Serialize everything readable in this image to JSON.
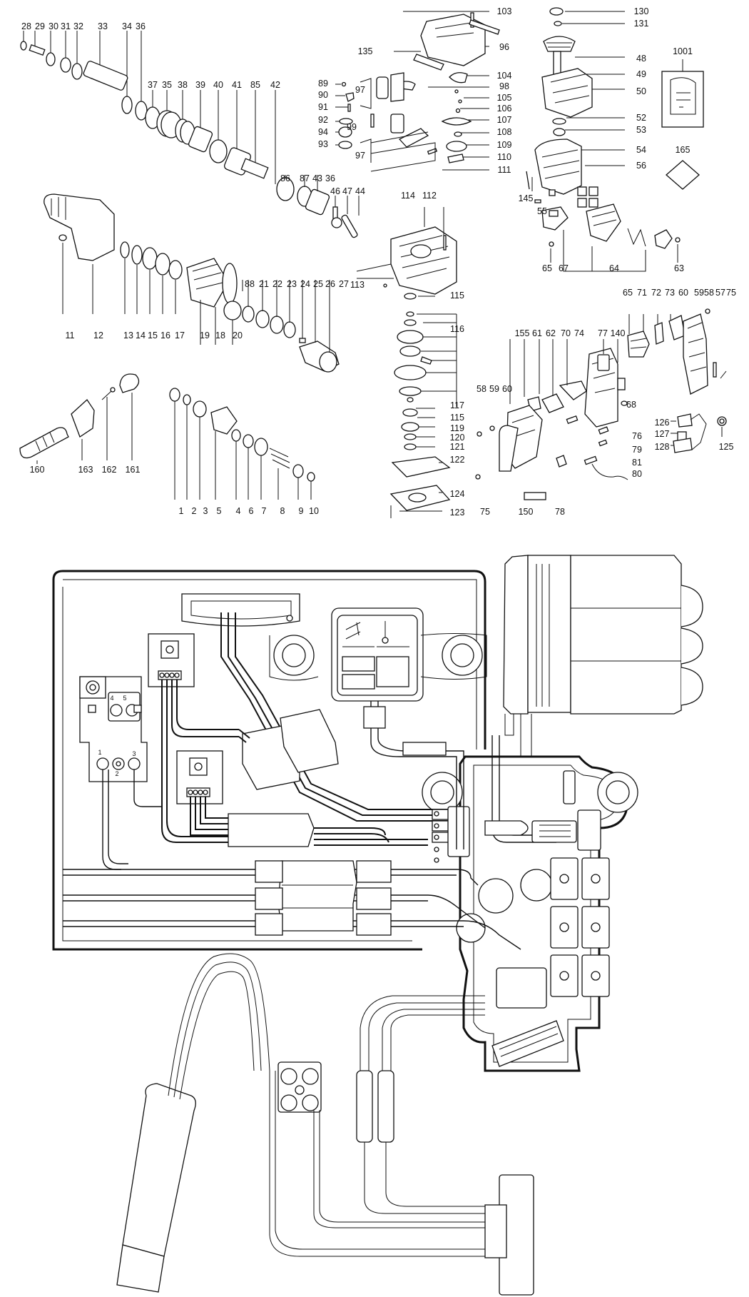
{
  "diagram": {
    "exploded_view": {
      "part_labels": [
        "28",
        "29",
        "30",
        "31",
        "32",
        "33",
        "34",
        "36",
        "37",
        "35",
        "38",
        "39",
        "40",
        "41",
        "85",
        "42",
        "86",
        "87",
        "43",
        "36",
        "46",
        "47",
        "44",
        "11",
        "12",
        "13",
        "14",
        "15",
        "16",
        "17",
        "19",
        "18",
        "20",
        "88",
        "21",
        "22",
        "23",
        "24",
        "25",
        "26",
        "27",
        "1",
        "2",
        "3",
        "5",
        "4",
        "6",
        "7",
        "8",
        "9",
        "10",
        "160",
        "163",
        "162",
        "161",
        "103",
        "96",
        "135",
        "104",
        "98",
        "105",
        "106",
        "107",
        "108",
        "109",
        "110",
        "111",
        "89",
        "90",
        "91",
        "92",
        "94",
        "93",
        "97",
        "99",
        "97",
        "114",
        "112",
        "113",
        "115",
        "116",
        "117",
        "115",
        "119",
        "120",
        "121",
        "122",
        "124",
        "123",
        "130",
        "131",
        "48",
        "49",
        "50",
        "52",
        "53",
        "54",
        "56",
        "145",
        "55",
        "65",
        "67",
        "64",
        "63",
        "1001",
        "165",
        "65",
        "71",
        "72",
        "73",
        "60",
        "59",
        "58",
        "57",
        "75",
        "155",
        "61",
        "62",
        "70",
        "74",
        "77",
        "140",
        "68",
        "76",
        "79",
        "81",
        "80",
        "58",
        "59",
        "60",
        "75",
        "150",
        "78",
        "126",
        "127",
        "128",
        "125"
      ]
    },
    "wiring_diagram": {
      "terminal_labels": [
        "4",
        "5",
        "1",
        "2",
        "3"
      ]
    }
  }
}
